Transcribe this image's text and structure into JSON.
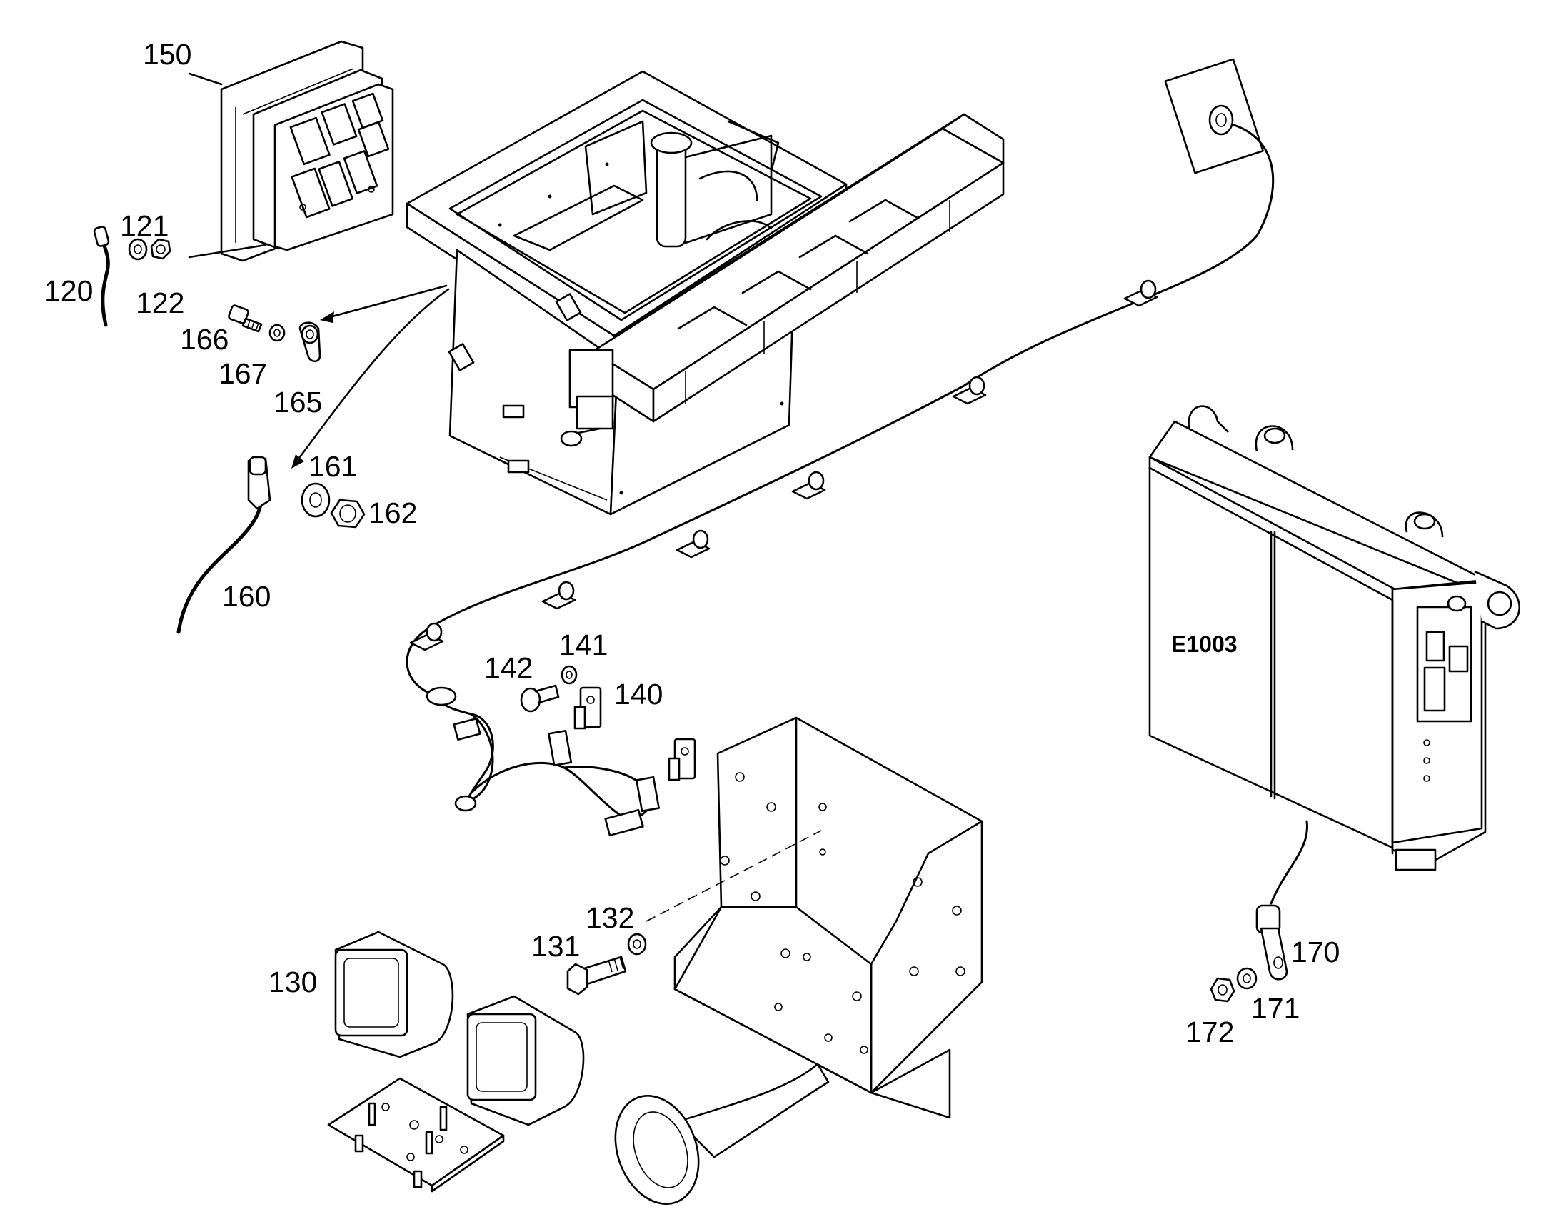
{
  "diagram": {
    "component_code": "E1003",
    "callouts": [
      {
        "id": "c150",
        "text": "150"
      },
      {
        "id": "c121",
        "text": "121"
      },
      {
        "id": "c120",
        "text": "120"
      },
      {
        "id": "c122",
        "text": "122"
      },
      {
        "id": "c166",
        "text": "166"
      },
      {
        "id": "c167",
        "text": "167"
      },
      {
        "id": "c165",
        "text": "165"
      },
      {
        "id": "c161",
        "text": "161"
      },
      {
        "id": "c162",
        "text": "162"
      },
      {
        "id": "c160",
        "text": "160"
      },
      {
        "id": "c142",
        "text": "142"
      },
      {
        "id": "c141",
        "text": "141"
      },
      {
        "id": "c140",
        "text": "140"
      },
      {
        "id": "c132",
        "text": "132"
      },
      {
        "id": "c131",
        "text": "131"
      },
      {
        "id": "c130",
        "text": "130"
      },
      {
        "id": "c170",
        "text": "170"
      },
      {
        "id": "c171",
        "text": "171"
      },
      {
        "id": "c172",
        "text": "172"
      }
    ]
  }
}
